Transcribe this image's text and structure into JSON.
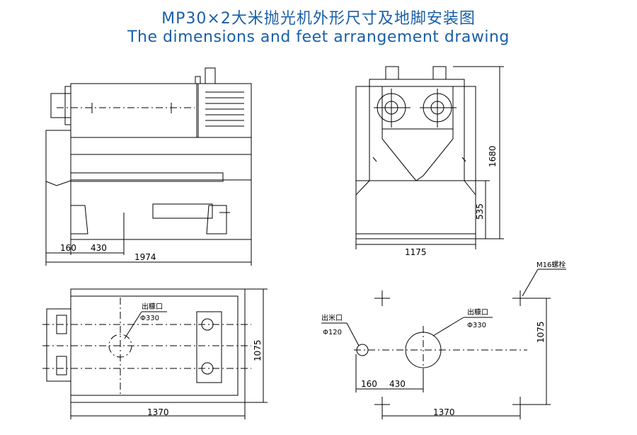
{
  "title_cn": "MP30×2大米抛光机外形尺寸及地脚安装图",
  "title_en": "The dimensions and feet arrangement drawing",
  "front_view": {
    "dim_a": "160",
    "dim_b": "430",
    "dim_total": "1974"
  },
  "side_view": {
    "dim_height": "1680",
    "dim_lower": "535",
    "dim_width": "1175"
  },
  "top_view": {
    "outlet_label": "出糠口",
    "outlet_dia": "Φ330",
    "dim_width": "1370",
    "dim_depth": "1075"
  },
  "foundation": {
    "bolt_label": "M16螺栓",
    "rice_outlet_label": "出米口",
    "rice_outlet_dia": "Φ120",
    "bran_outlet_label": "出糠口",
    "bran_outlet_dia": "Φ330",
    "dim_a": "160",
    "dim_b": "430",
    "dim_width": "1370",
    "dim_depth": "1075"
  }
}
